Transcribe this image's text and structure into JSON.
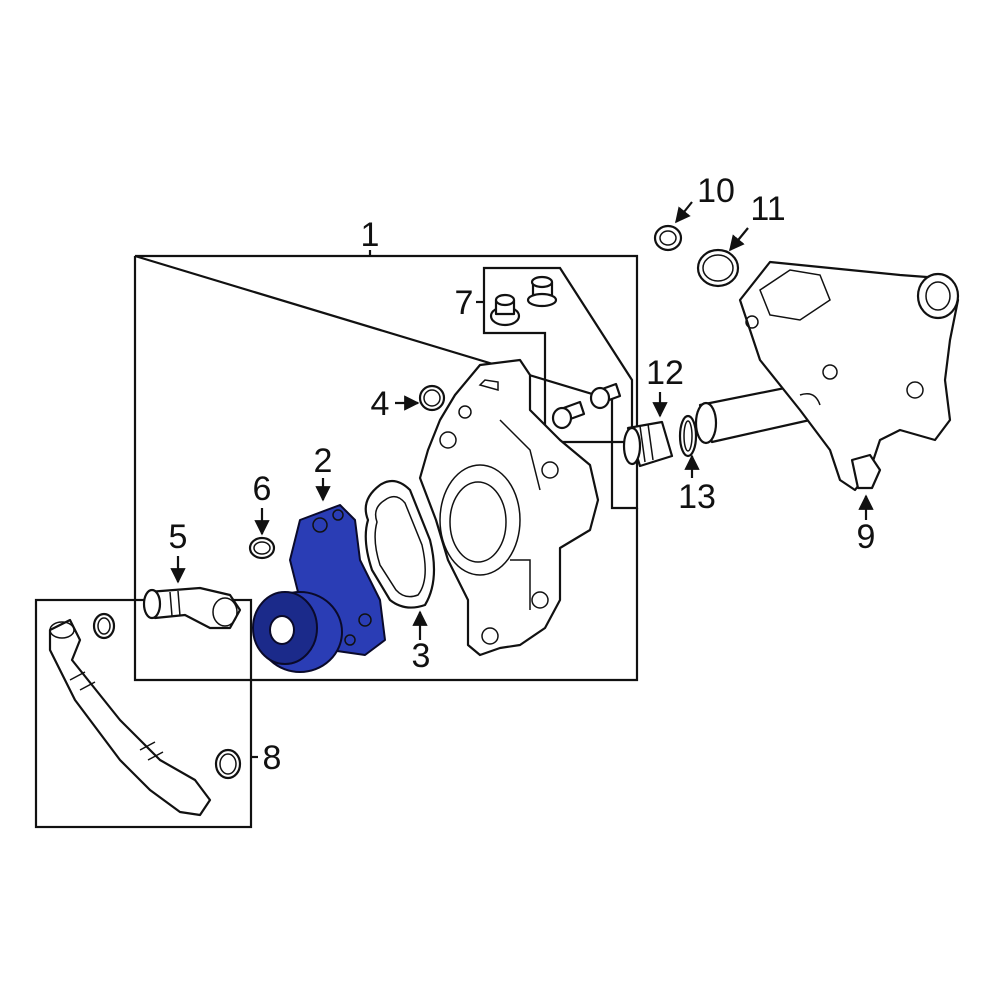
{
  "diagram": {
    "highlight_color": "#2a3db5",
    "highlight_dark": "#1b2a8a",
    "callouts": [
      {
        "id": "c1",
        "label": "1"
      },
      {
        "id": "c2",
        "label": "2"
      },
      {
        "id": "c3",
        "label": "3"
      },
      {
        "id": "c4",
        "label": "4"
      },
      {
        "id": "c5",
        "label": "5"
      },
      {
        "id": "c6",
        "label": "6"
      },
      {
        "id": "c7",
        "label": "7"
      },
      {
        "id": "c8",
        "label": "8"
      },
      {
        "id": "c9",
        "label": "9"
      },
      {
        "id": "c10",
        "label": "10"
      },
      {
        "id": "c11",
        "label": "11"
      },
      {
        "id": "c12",
        "label": "12"
      },
      {
        "id": "c13",
        "label": "13"
      }
    ]
  }
}
